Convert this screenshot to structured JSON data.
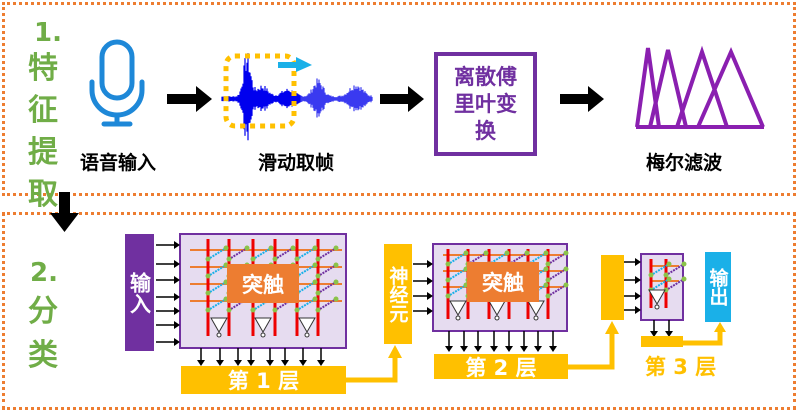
{
  "colors": {
    "section_border": "#ed7d31",
    "section_title": "#70ad47",
    "mic_blue": "#1e88d8",
    "purple": "#7030a0",
    "mel_purple": "#8a1fb0",
    "waveform": "#0000ee",
    "window_dots": "#ffc000",
    "slide_arrow": "#1ab0e8",
    "synapse_orange": "#ed7d31",
    "layer_yellow": "#ffc000",
    "output_cyan": "#1ab0e8",
    "crossbar_bg": "#e6dcf0"
  },
  "section1": {
    "number": "1.",
    "title": "特征提取",
    "steps": [
      {
        "icon": "microphone-icon",
        "label": "语音输入"
      },
      {
        "icon": "waveform-icon",
        "label": "滑动取帧"
      },
      {
        "icon": "dft-box",
        "label": "离散傅里叶变换",
        "lines": [
          "离散傅",
          "里叶变",
          "换"
        ]
      },
      {
        "icon": "mel-filter-icon",
        "label": "梅尔滤波"
      }
    ]
  },
  "section2": {
    "number": "2.",
    "title": "分类",
    "input_label": "输入",
    "neuron_label": "神经元",
    "output_label": "输出",
    "synapse_label": "突触",
    "layers": [
      {
        "label": "第 1 层"
      },
      {
        "label": "第 2 层"
      },
      {
        "label": "第 3 层"
      }
    ]
  }
}
